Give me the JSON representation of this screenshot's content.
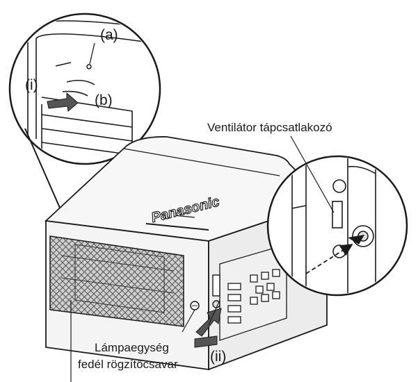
{
  "figure": {
    "callouts": {
      "a": "(a)",
      "b": "(b)",
      "i": "(i)",
      "ii": "(ii)"
    },
    "fan_connector_label": "Ventilátor tápcsatlakozó",
    "lamp_screw_label_line1": "Lámpaegység",
    "lamp_screw_label_line2": "fedél rögzítőcsavar",
    "brand_logo": "Panasonic",
    "colors": {
      "ink": "#1a1a1a",
      "arrow_fill": "#555555",
      "panel": "#f4f4f4"
    }
  }
}
